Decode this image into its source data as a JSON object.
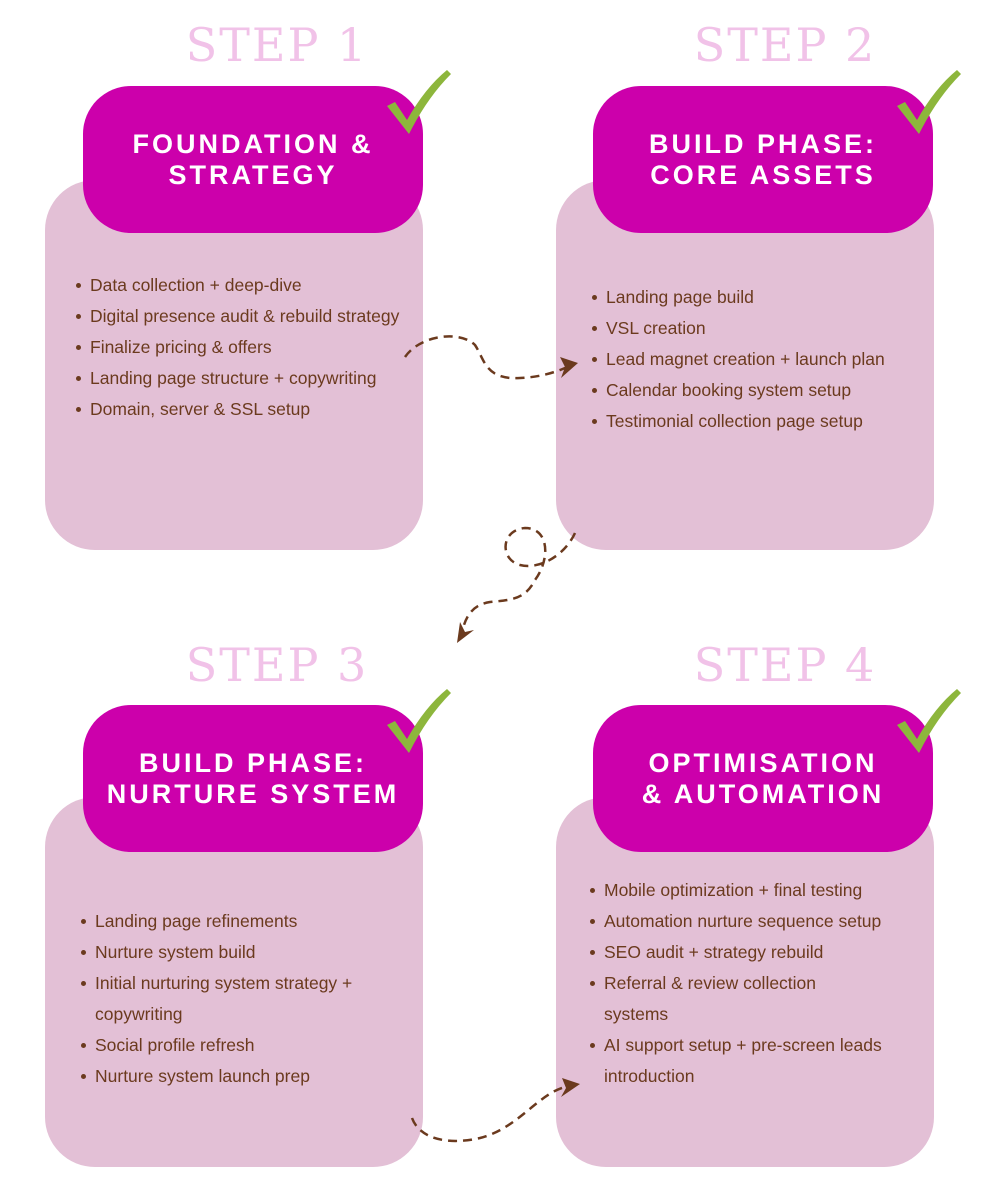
{
  "colors": {
    "header": "#cc00ab",
    "card": "#e3c0d6",
    "step": "#f1c2e8",
    "text": "#6b3a1e",
    "check": "#8db63c"
  },
  "steps": [
    {
      "label": "STEP 1",
      "title": [
        "FOUNDATION &",
        "STRATEGY"
      ],
      "items": [
        "Data collection + deep-dive",
        "Digital presence audit & rebuild strategy",
        "Finalize pricing & offers",
        "Landing page structure + copywriting",
        "Domain, server & SSL setup"
      ]
    },
    {
      "label": "STEP 2",
      "title": [
        "BUILD PHASE:",
        "CORE ASSETS"
      ],
      "items": [
        "Landing page build",
        "VSL creation",
        "Lead magnet creation + launch plan",
        "Calendar booking system setup",
        "Testimonial collection page setup"
      ]
    },
    {
      "label": "STEP 3",
      "title": [
        "BUILD PHASE:",
        "NURTURE SYSTEM"
      ],
      "items": [
        "Landing page refinements",
        "Nurture system build",
        "Initial nurturing system strategy + copywriting",
        "Social profile refresh",
        "Nurture system launch prep"
      ]
    },
    {
      "label": "STEP 4",
      "title": [
        "OPTIMISATION",
        "& AUTOMATION"
      ],
      "items": [
        "Mobile optimization + final testing",
        "Automation nurture sequence setup",
        "SEO audit + strategy rebuild",
        "Referral & review collection systems",
        "AI support setup + pre-screen leads introduction"
      ]
    }
  ]
}
